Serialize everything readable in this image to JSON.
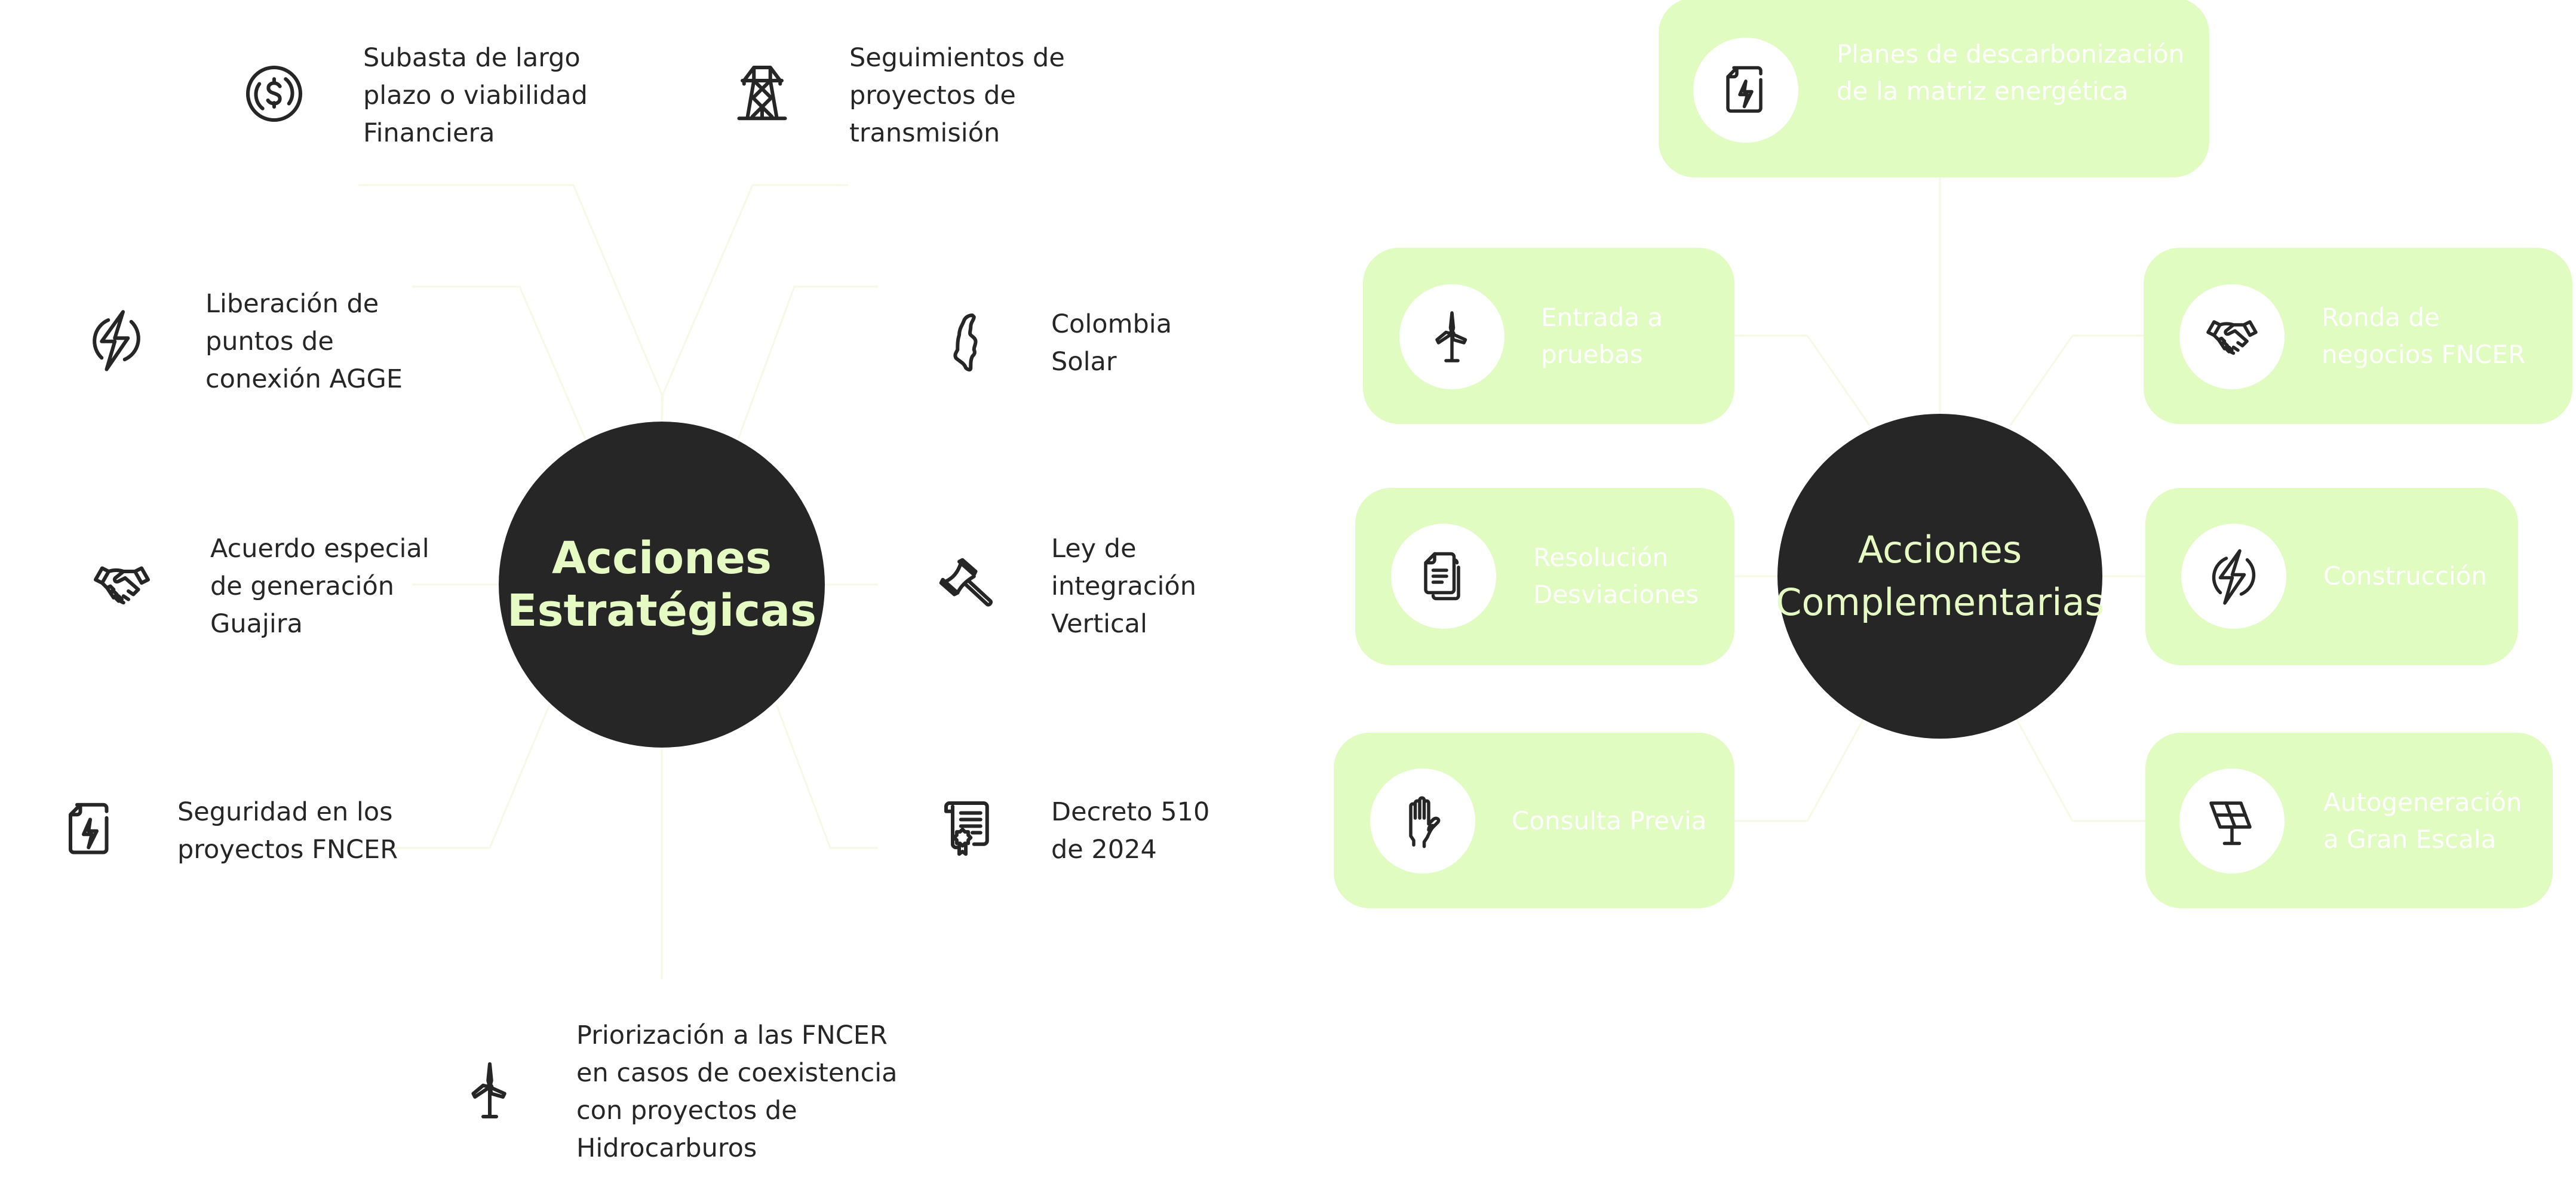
{
  "colors": {
    "hub_fill": "#262626",
    "hub_text": "#e6fbc4",
    "card_fill": "#e1fcc0",
    "card_text": "#ffffff",
    "body_text": "#262626",
    "background": "#ffffff"
  },
  "strategic": {
    "title_lines": [
      "Acciones",
      "Estratégicas"
    ],
    "items": [
      {
        "icon": "dollar-coin-icon",
        "lines": [
          "Subasta de largo",
          "plazo o viabilidad",
          "Financiera"
        ]
      },
      {
        "icon": "transmission-tower-icon",
        "lines": [
          "Seguimientos de",
          "proyectos de",
          "transmisión"
        ]
      },
      {
        "icon": "power-bolt-icon",
        "lines": [
          "Liberación de",
          "puntos de",
          "conexión AGGE"
        ]
      },
      {
        "icon": "colombia-map-icon",
        "lines": [
          "Colombia",
          "Solar"
        ]
      },
      {
        "icon": "handshake-icon",
        "lines": [
          "Acuerdo especial",
          "de generación",
          "Guajira"
        ]
      },
      {
        "icon": "gavel-icon",
        "lines": [
          "Ley de",
          "integración",
          "Vertical"
        ]
      },
      {
        "icon": "energy-document-icon",
        "lines": [
          "Seguridad en los",
          "proyectos FNCER"
        ]
      },
      {
        "icon": "certificate-scroll-icon",
        "lines": [
          "Decreto 510",
          "de 2024"
        ]
      },
      {
        "icon": "wind-turbine-icon",
        "lines": [
          "Priorización a las FNCER",
          "en casos de coexistencia",
          "con proyectos de",
          "Hidrocarburos"
        ]
      }
    ]
  },
  "complementary": {
    "title_lines": [
      "Acciones",
      "Complementarias"
    ],
    "cards": [
      {
        "icon": "energy-document-icon",
        "lines": [
          "Planes de descarbonización",
          "de la matriz energética"
        ]
      },
      {
        "icon": "wind-turbine-icon",
        "lines": [
          "Entrada a",
          "pruebas"
        ]
      },
      {
        "icon": "documents-icon",
        "lines": [
          "Resolución",
          "Desviaciones"
        ]
      },
      {
        "icon": "raised-hand-icon",
        "lines": [
          "Consulta Previa"
        ]
      },
      {
        "icon": "handshake-icon",
        "lines": [
          "Ronda de",
          "negocios FNCER"
        ]
      },
      {
        "icon": "power-bolt-icon",
        "lines": [
          "Construcción"
        ]
      },
      {
        "icon": "solar-panel-icon",
        "lines": [
          "Autogeneración",
          "a Gran Escala"
        ]
      }
    ]
  }
}
